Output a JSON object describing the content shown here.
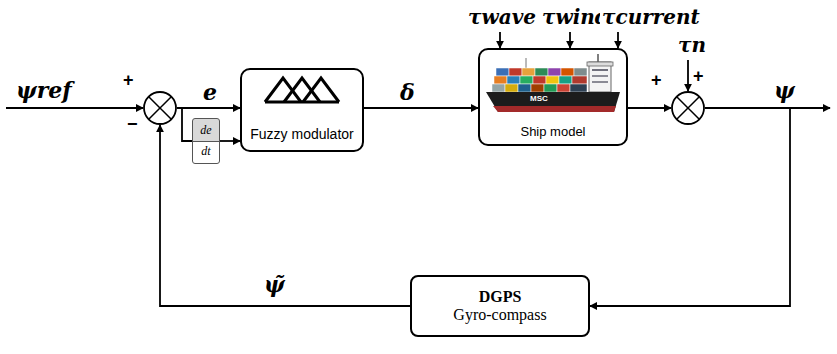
{
  "diagram": {
    "nodes": [
      {
        "text": [
          "+",
          "−"
        ]
      },
      {
        "text": [
          "Fuzzy modulator"
        ]
      },
      {
        "text": [
          "de",
          "dt"
        ]
      },
      {
        "text": [
          "Ship model"
        ]
      },
      {
        "text": [
          "+",
          "+"
        ]
      },
      {
        "text": [
          "DGPS",
          "Gyro-compass"
        ]
      }
    ],
    "edges": [
      {
        "from": 0,
        "to": 1,
        "arrow": "to",
        "label": "e"
      },
      {
        "from": 0,
        "to": 2,
        "arrow": "none"
      },
      {
        "from": 2,
        "to": 1,
        "arrow": "to"
      },
      {
        "from": 1,
        "to": 3,
        "arrow": "to",
        "label": "δ"
      },
      {
        "from": 3,
        "to": 4,
        "arrow": "to"
      },
      {
        "from": 4,
        "to": 5,
        "arrow": "to"
      },
      {
        "from": 5,
        "to": 0,
        "arrow": "to",
        "label": "ψ̃"
      }
    ],
    "labels": [
      "ψref",
      "τwave",
      "τwind",
      "τcurrent",
      "τn",
      "ψ",
      "MSC"
    ]
  }
}
